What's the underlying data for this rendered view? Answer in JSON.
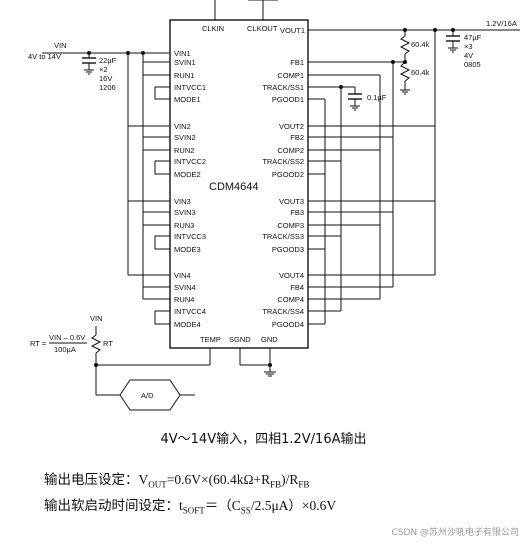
{
  "chip": {
    "name": "CDM4644",
    "top_pins": [
      "CLKIN",
      "CLKOUT"
    ],
    "top_right_pin": "VOUT1",
    "bottom_pins": [
      "TEMP",
      "SGND",
      "GND"
    ],
    "left_pins": [
      [
        "VIN1",
        "SVIN1",
        "RUN1",
        "INTVCC1",
        "MODE1"
      ],
      [
        "VIN2",
        "SVIN2",
        "RUN2",
        "INTVCC2",
        "MODE2"
      ],
      [
        "VIN3",
        "SVIN3",
        "RUN3",
        "INTVCC3",
        "MODE3"
      ],
      [
        "VIN4",
        "SVIN4",
        "RUN4",
        "INTVCC4",
        "MODE4"
      ]
    ],
    "right_pins": [
      [
        "FB1",
        "COMP1",
        "TRACK/SS1",
        "PGOOD1"
      ],
      [
        "VOUT2",
        "FB2",
        "COMP2",
        "TRACK/SS2",
        "PGOOD2"
      ],
      [
        "VOUT3",
        "FB3",
        "COMP3",
        "TRACK/SS3",
        "PGOOD3"
      ],
      [
        "VOUT4",
        "FB4",
        "COMP4",
        "TRACK/SS4",
        "PGOOD4"
      ]
    ]
  },
  "input": {
    "vin_label": "VIN",
    "vin_range": "4V to 14V",
    "cap_value": "22µF",
    "cap_count": "×2",
    "cap_voltage": "16V",
    "cap_size": "1206"
  },
  "output": {
    "rail": "1.2V/16A",
    "r_top": "60.4k",
    "r_bottom": "60.4k",
    "cap_value": "47µF",
    "cap_count": "×3",
    "cap_voltage": "4V",
    "cap_size": "0805",
    "ss_cap": "0.1µF"
  },
  "temp": {
    "vin_label": "VIN",
    "rt_label": "RT",
    "rt_formula_lhs": "RT =",
    "rt_formula_num": "VIN – 0.6V",
    "rt_formula_den": "100µA",
    "adc_label": "A/D"
  },
  "caption": "4V～14V输入，四相1.2V/16A输出",
  "formulas": {
    "vout_prefix": "输出电压设定：V",
    "vout_sub": "OUT",
    "vout_mid": "=0.6V×(60.4kΩ+R",
    "vout_sub2": "FB",
    "vout_end": ")/R",
    "vout_sub3": "FB",
    "tsoft_prefix": "输出软启动时间设定：t",
    "tsoft_sub": "SOFT",
    "tsoft_mid": "＝（C",
    "tsoft_sub2": "SS",
    "tsoft_end": "/2.5μA）×0.6V"
  },
  "credit": "CSDN @苏州沙吼电子有限公司"
}
